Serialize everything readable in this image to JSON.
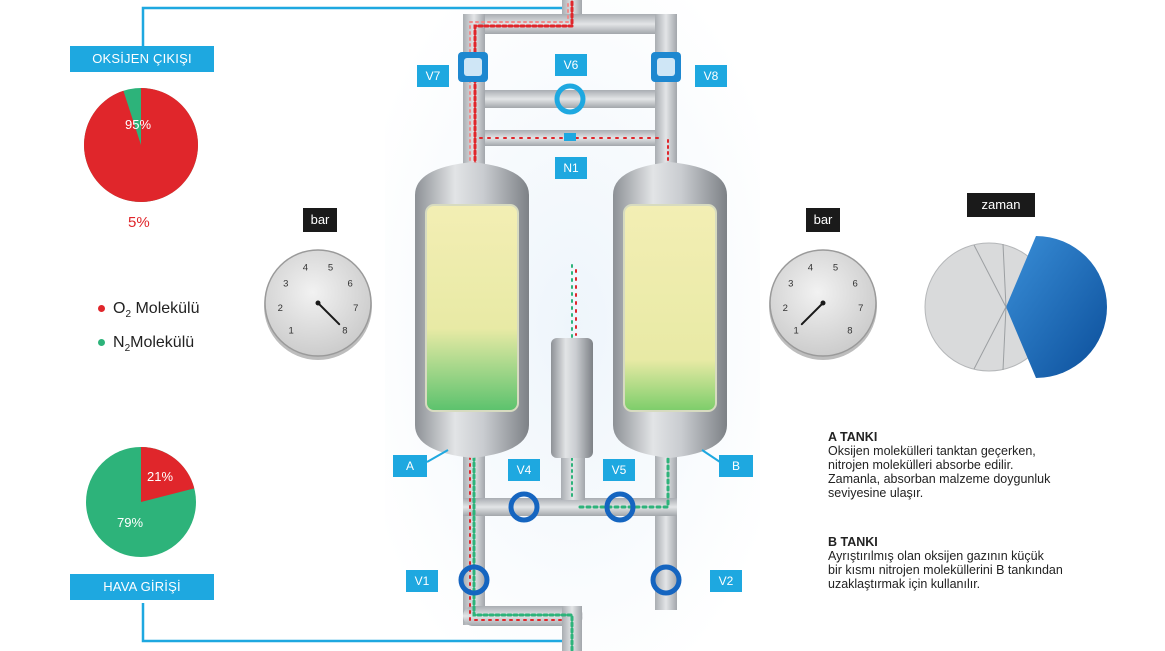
{
  "labels": {
    "oxygen_output": "OKSİJEN ÇIKIŞI",
    "air_input": "HAVA GİRİŞİ",
    "valves": {
      "v1": "V1",
      "v2": "V2",
      "v4": "V4",
      "v5": "V5",
      "v6": "V6",
      "v7": "V7",
      "v8": "V8",
      "n1": "N1"
    },
    "tank_a": "A",
    "tank_b": "B",
    "gauge_left_unit": "bar",
    "gauge_right_unit": "bar",
    "time": "zaman"
  },
  "pie_output": {
    "o2": "95%",
    "n2": "5%",
    "o2_fraction": 0.95
  },
  "pie_input": {
    "o2": "21%",
    "n2": "79%",
    "o2_fraction": 0.21
  },
  "legend": [
    {
      "prefix": "O",
      "sub": "2",
      "text": " Molekülü",
      "color": "#e0262b"
    },
    {
      "prefix": "N",
      "sub": "2",
      "text": "Molekülü",
      "color": "#2db37a"
    }
  ],
  "gauges": {
    "ticks": [
      "1",
      "2",
      "3",
      "4",
      "5",
      "6",
      "7",
      "8"
    ],
    "left_reading": 8,
    "right_reading": 1
  },
  "notes": {
    "a_title": "A TANKI",
    "a_lines": [
      "Oksijen molekülleri tanktan geçerken,",
      "nitrojen molekülleri absorbe edilir.",
      "Zamanla, absorban malzeme doygunluk",
      "seviyesine ulaşır."
    ],
    "b_title": "B TANKI",
    "b_lines": [
      "Ayrıştırılmış olan oksijen gazının küçük",
      "bir kısmı nitrojen moleküllerini B tankından",
      "uzaklaştırmak için kullanılır."
    ]
  },
  "colors": {
    "accent": "#1ea8e0",
    "o2": "#e0262b",
    "n2": "#2db37a",
    "timer": "#1565c0"
  }
}
